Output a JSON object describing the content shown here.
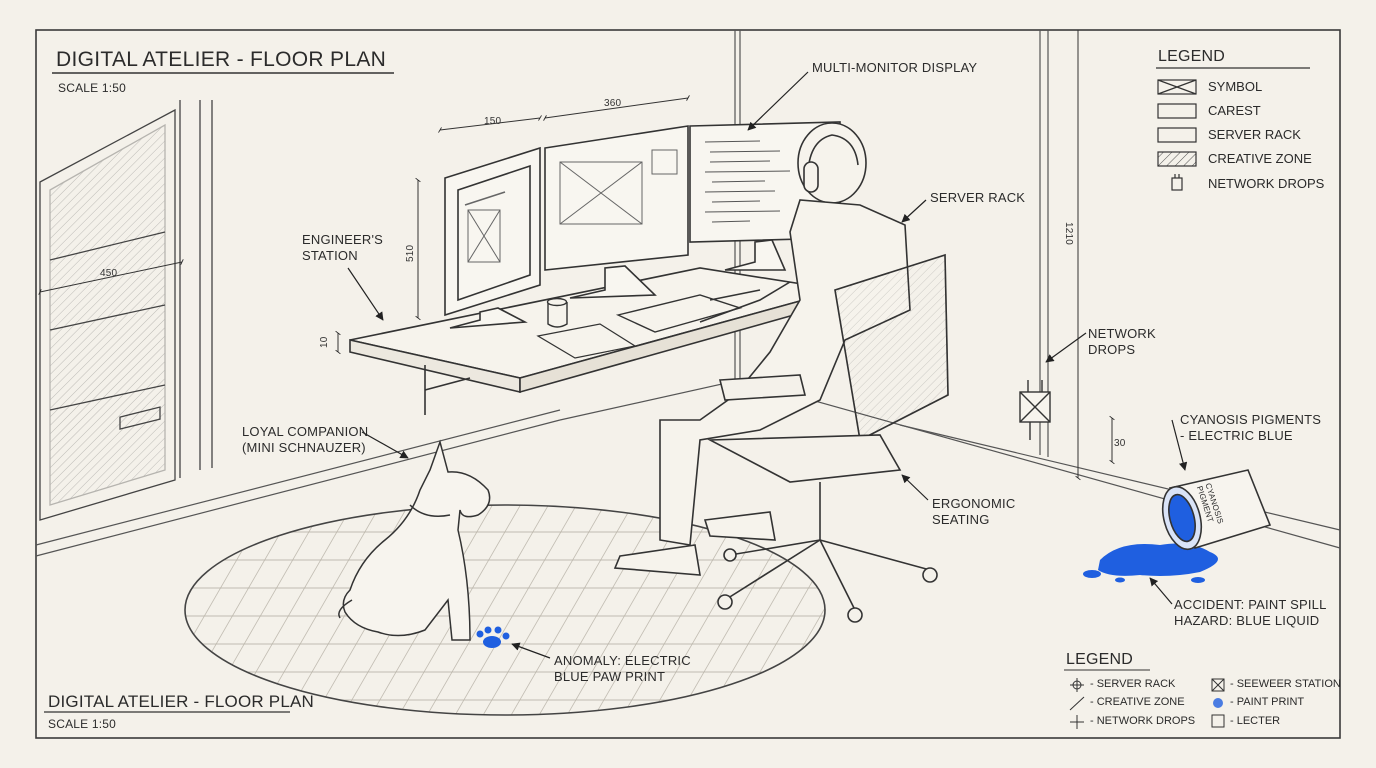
{
  "title_top": "DIGITAL ATELIER - FLOOR PLAN",
  "scale_top": "SCALE 1:50",
  "title_bottom": "DIGITAL ATELIER - FLOOR PLAN",
  "scale_bottom": "SCALE 1:50",
  "labels": {
    "multi_monitor": "MULTI-MONITOR DISPLAY",
    "server_rack": "SERVER RACK",
    "engineers_station_1": "ENGINEER'S",
    "engineers_station_2": "STATION",
    "network_drops_1": "NETWORK",
    "network_drops_2": "DROPS",
    "loyal_companion_1": "LOYAL COMPANION",
    "loyal_companion_2": "(MINI SCHNAUZER)",
    "cyanosis_1": "CYANOSIS PIGMENTS",
    "cyanosis_2": "- ELECTRIC BLUE",
    "ergonomic_1": "ERGONOMIC",
    "ergonomic_2": "SEATING",
    "accident_1": "ACCIDENT: PAINT SPILL",
    "accident_2": "HAZARD: BLUE LIQUID",
    "anomaly_1": "ANOMALY: ELECTRIC",
    "anomaly_2": "BLUE PAW PRINT",
    "paint_can_text": "CYANOSIS PIGMENT"
  },
  "dimensions": {
    "d150": "150",
    "d360": "360",
    "d450": "450",
    "d510": "510",
    "d10": "10",
    "d1210": "1210",
    "d30": "30"
  },
  "legend_top": {
    "title": "LEGEND",
    "items": [
      "SYMBOL",
      "CAREST",
      "SERVER RACK",
      "CREATIVE ZONE",
      "NETWORK DROPS"
    ]
  },
  "legend_bottom": {
    "title": "LEGEND",
    "left_items": [
      "- SERVER RACK",
      "- CREATIVE ZONE",
      "- NETWORK DROPS"
    ],
    "right_items": [
      "- SEEWEER STATION",
      "- PAINT PRINT",
      "- LECTER"
    ]
  },
  "colors": {
    "paper": "#f4f1ea",
    "ink": "#2a2a2a",
    "electric_blue": "#1f5fe0"
  }
}
